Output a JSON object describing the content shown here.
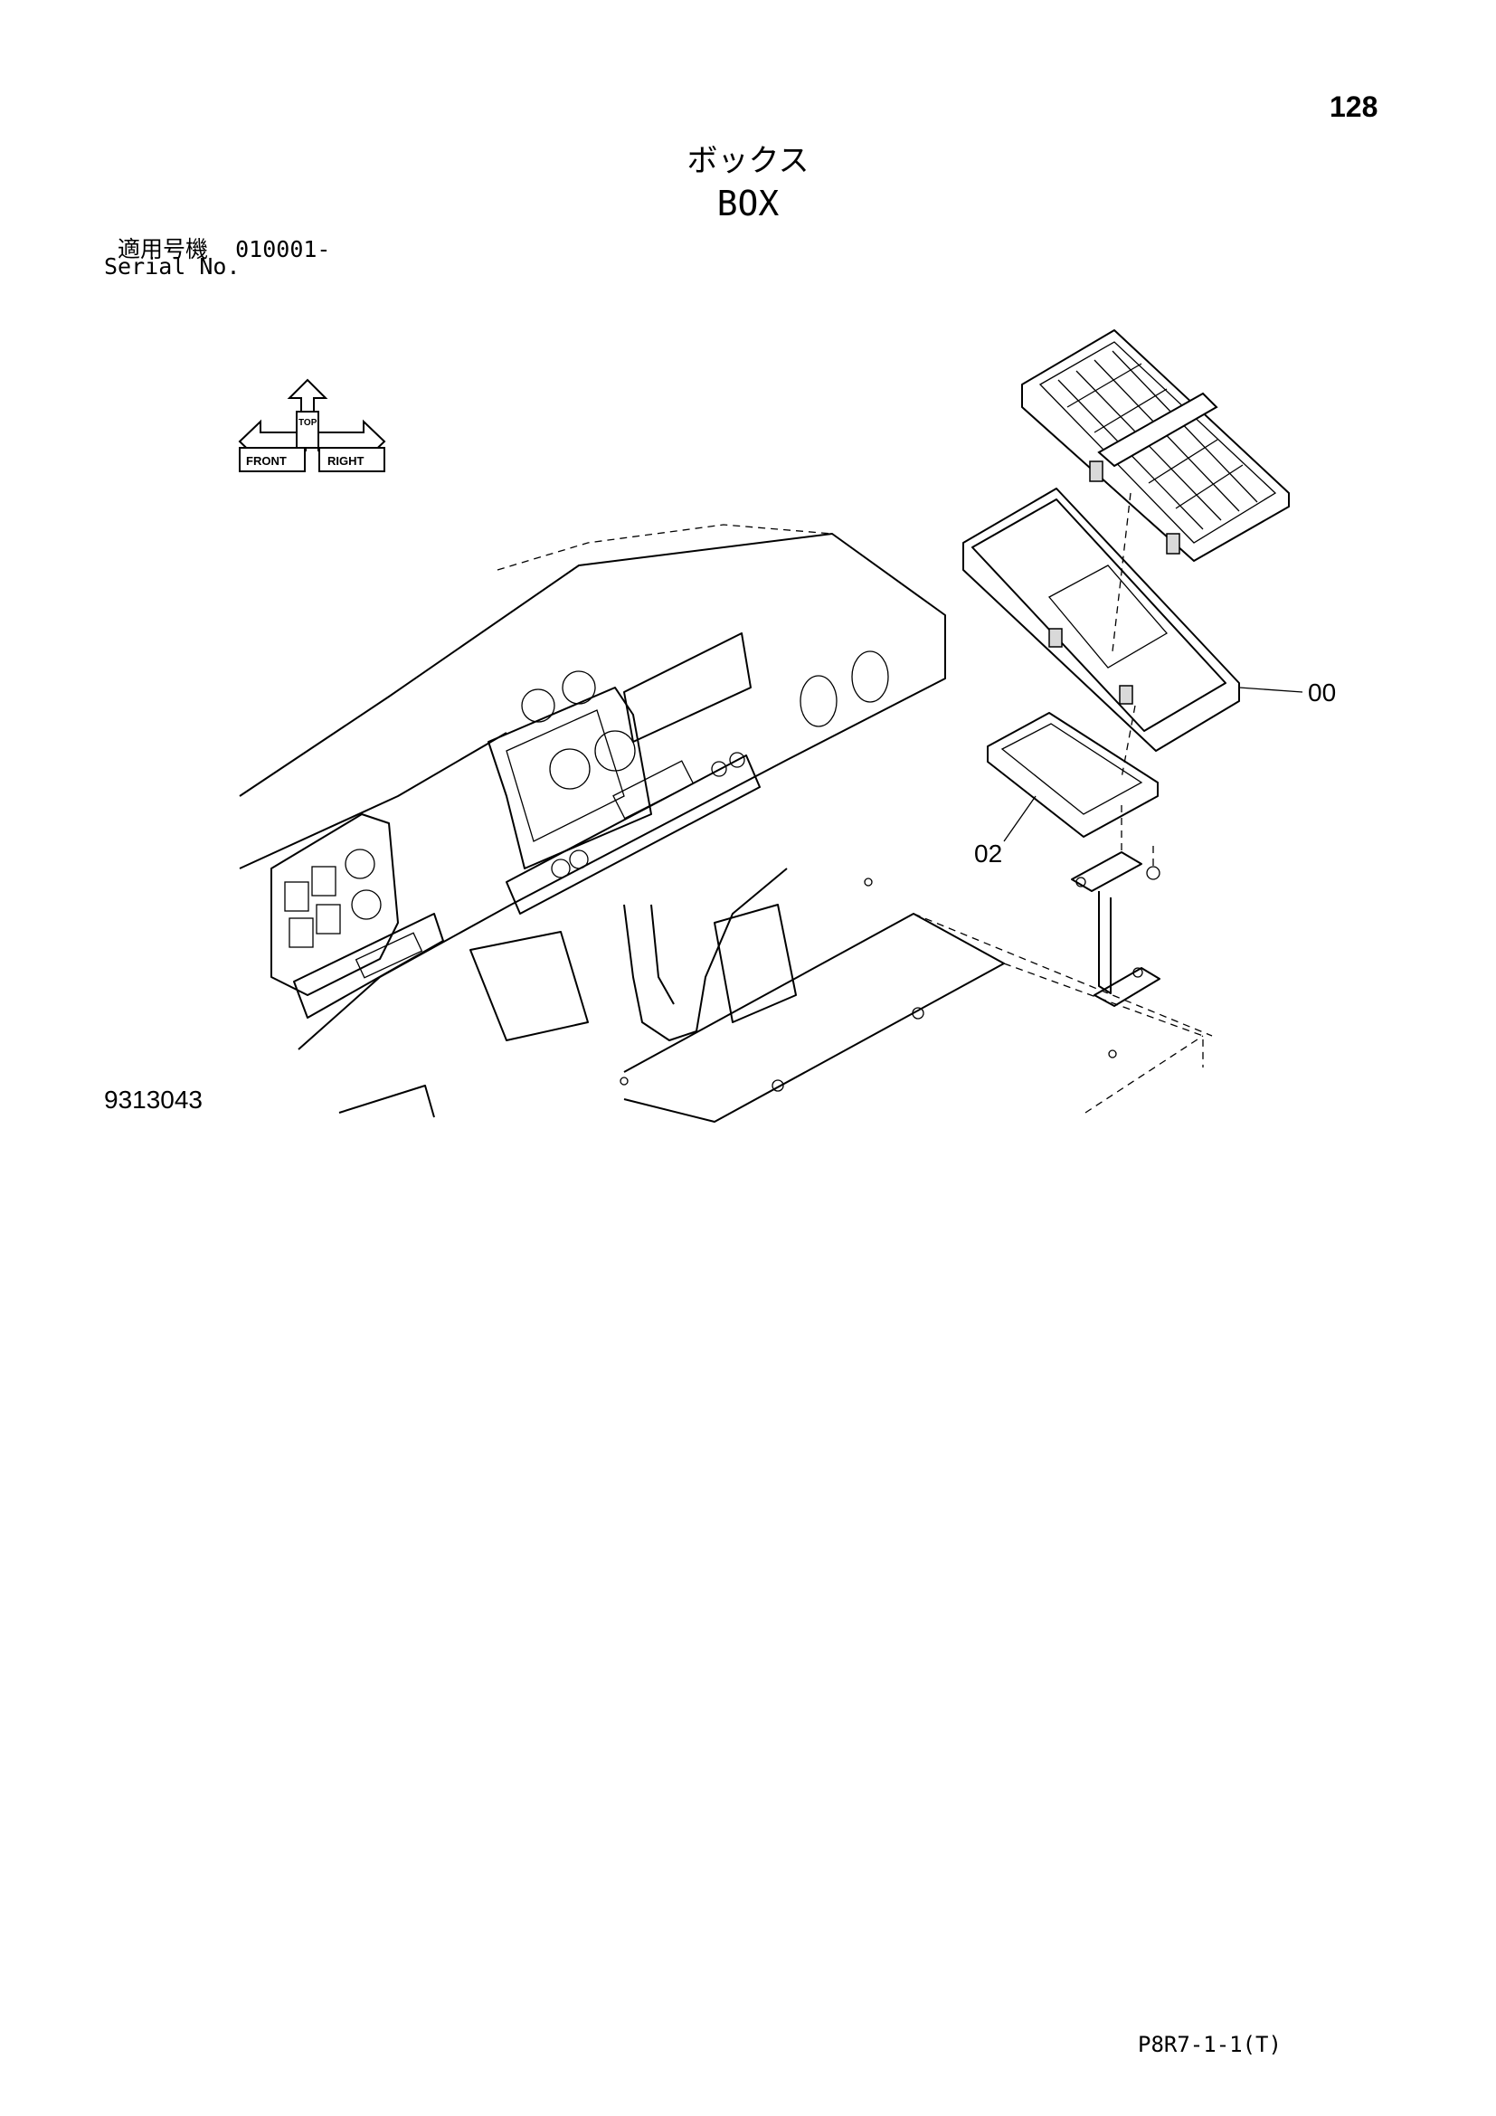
{
  "header": {
    "page_number": "128",
    "title_jp": "ボックス",
    "title_en": "BOX"
  },
  "serial": {
    "label_jp": "適用号機",
    "value": "010001-",
    "label_en": "Serial No."
  },
  "direction_indicator": {
    "top": "TOP",
    "front": "FRONT",
    "right": "RIGHT"
  },
  "callouts": {
    "item_00": "00",
    "item_02": "02"
  },
  "figure": {
    "number": "9313043"
  },
  "footer": {
    "code": "P8R7-1-1(T)"
  }
}
